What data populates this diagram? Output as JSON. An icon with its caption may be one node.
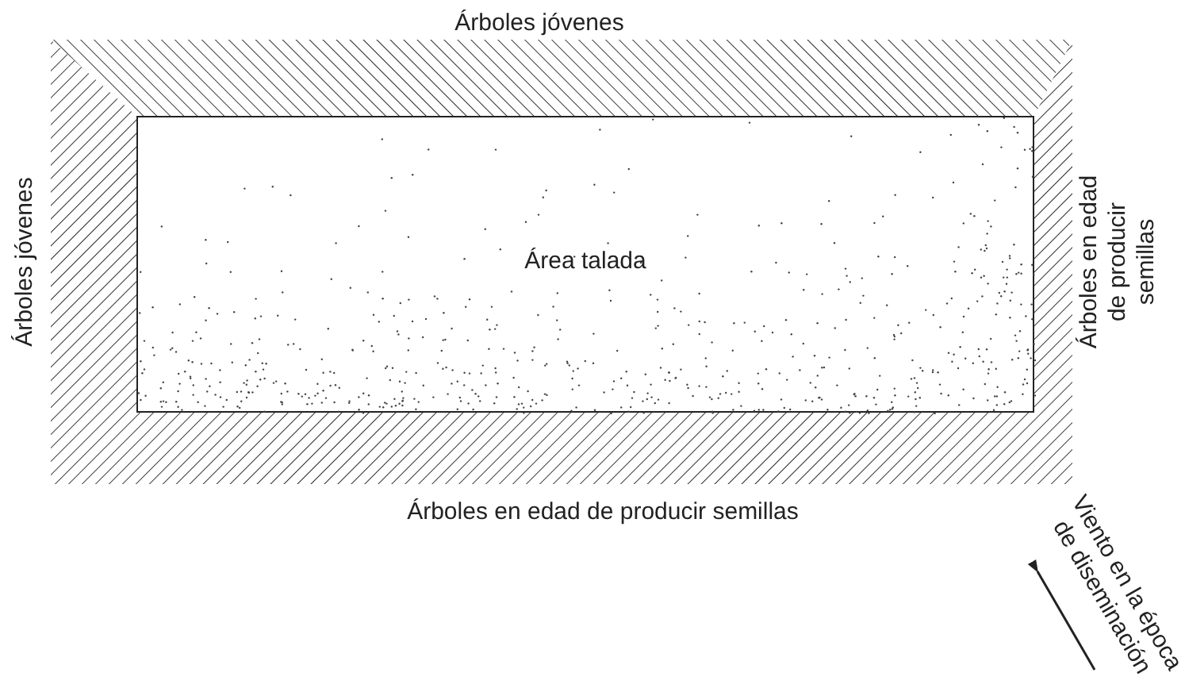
{
  "diagram": {
    "nodes": [
      {
        "text": [
          "Área talada"
        ]
      }
    ],
    "labels": [
      "Árboles jóvenes",
      "Árboles jóvenes",
      "Árboles en edad de producir semillas",
      "Árboles en edad de producir semillas",
      "Viento en la época de diseminación"
    ]
  }
}
